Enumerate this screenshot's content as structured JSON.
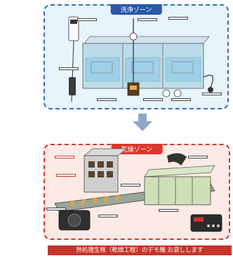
{
  "wash_zone": {
    "title": "洗浄ゾーン",
    "labels": {
      "upper_left": "",
      "upper_mid": "",
      "heater": "",
      "left_mid": "",
      "bottom_a": "",
      "bottom_b": "",
      "bottom_c": "",
      "right": ""
    }
  },
  "dry_zone": {
    "title": "乾燥ゾーン",
    "labels": {
      "upper_left": "",
      "mid_left": "",
      "center": "",
      "right_upper": "",
      "bottom_left": "",
      "bottom_center": "",
      "bottom_right": ""
    }
  },
  "banner": "熱処理生株（乾燥工程）のデモ機 お貸しします",
  "colors": {
    "wash_border": "#3a6db5",
    "dry_border": "#d23a2a",
    "arrow": "#8fa5c9",
    "banner": "#c8342a"
  }
}
